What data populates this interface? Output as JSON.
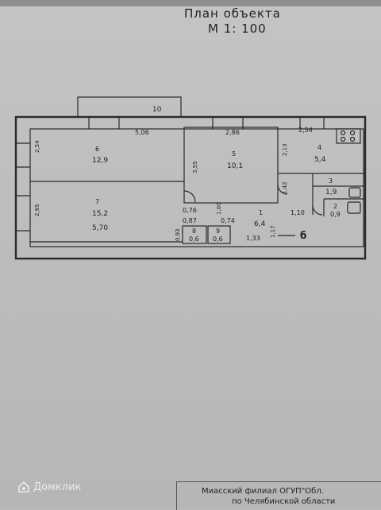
{
  "header": {
    "title": "План объекта",
    "scale": "М 1: 100"
  },
  "plan": {
    "balcony_label": "10",
    "rooms": [
      {
        "number": "6",
        "area": "12,9"
      },
      {
        "number": "5",
        "area": "10,1"
      },
      {
        "number": "4",
        "area": "5,4"
      },
      {
        "number": "3",
        "area": "1,9"
      },
      {
        "number": "2",
        "area": "0,9"
      },
      {
        "number": "7",
        "area": "15,2"
      },
      {
        "number": "1",
        "area": "6,4"
      },
      {
        "number": "8",
        "area": "0,6"
      },
      {
        "number": "9",
        "area": "0,6"
      }
    ],
    "dimensions": {
      "d_506": "5,06",
      "d_286": "2,86",
      "d_254": "2,54",
      "d_254_side": "2,54",
      "d_355": "3,55",
      "d_213": "2,13",
      "d_142": "1,42",
      "d_295": "2,95",
      "d_570": "5,70",
      "d_076": "0,76",
      "d_087": "0,87",
      "d_100": "1,00",
      "d_074": "0,74",
      "d_110": "1,10",
      "d_093": "0,93",
      "d_133": "1,33",
      "d_117": "1,17"
    },
    "exit_marker": "б"
  },
  "footer": {
    "line1": "Миасский филиал ОГУП\"Обл.",
    "line2": "по Челябинской области"
  },
  "watermark": {
    "text": "Домклик",
    "icon": "domclick-logo-icon"
  },
  "colors": {
    "background": "#bdbdbf",
    "lines": "#2a2a2a"
  }
}
